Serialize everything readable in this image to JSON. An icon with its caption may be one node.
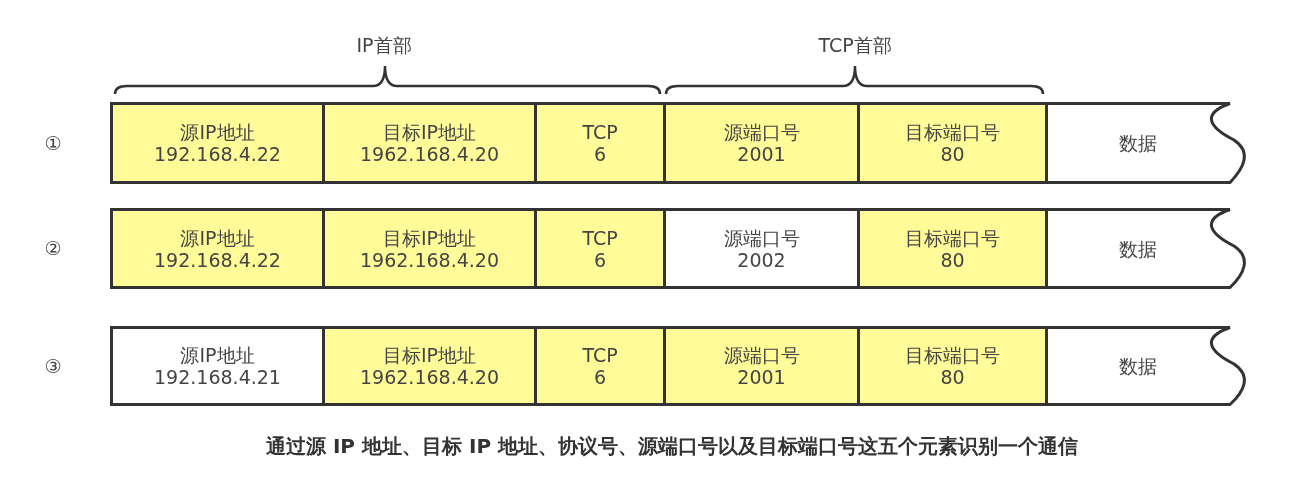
{
  "diagram": {
    "caption": "通过源 IP 地址、目标 IP 地址、协议号、源端口号以及目标端口号这五个元素识别一个通信",
    "nodes": [
      {
        "text": [
          "源IP地址",
          "192.168.4.22"
        ]
      },
      {
        "text": [
          "目标IP地址",
          "1962.168.4.20"
        ]
      },
      {
        "text": [
          "TCP",
          "6"
        ]
      },
      {
        "text": [
          "源端口号",
          "2001"
        ]
      },
      {
        "text": [
          "目标端口号",
          "80"
        ]
      },
      {
        "text": [
          "数据"
        ]
      },
      {
        "text": [
          "源IP地址",
          "192.168.4.22"
        ]
      },
      {
        "text": [
          "目标IP地址",
          "1962.168.4.20"
        ]
      },
      {
        "text": [
          "TCP",
          "6"
        ]
      },
      {
        "text": [
          "源端口号",
          "2002"
        ]
      },
      {
        "text": [
          "目标端口号",
          "80"
        ]
      },
      {
        "text": [
          "数据"
        ]
      },
      {
        "text": [
          "源IP地址",
          "192.168.4.21"
        ]
      },
      {
        "text": [
          "目标IP地址",
          "1962.168.4.20"
        ]
      },
      {
        "text": [
          "TCP",
          "6"
        ]
      },
      {
        "text": [
          "源端口号",
          "2001"
        ]
      },
      {
        "text": [
          "目标端口号",
          "80"
        ]
      },
      {
        "text": [
          "数据"
        ]
      }
    ],
    "labels": [
      "IP首部",
      "TCP首部",
      "①",
      "②",
      "③"
    ]
  }
}
